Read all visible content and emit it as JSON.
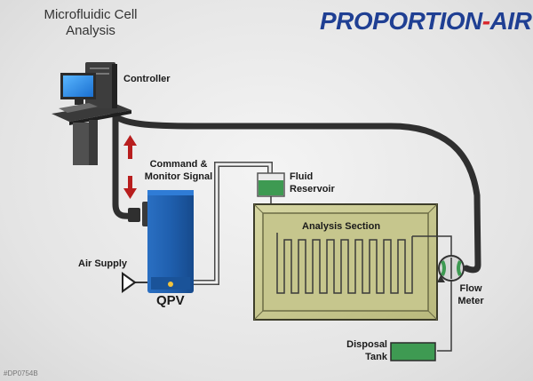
{
  "title": {
    "line1": "Microfluidic Cell",
    "line2": "Analysis"
  },
  "logo": {
    "text1": "PROPORTION",
    "dash": "-",
    "text2": "AIR"
  },
  "labels": {
    "controller": "Controller",
    "command_line1": "Command &",
    "command_line2": "Monitor Signal",
    "fluid_line1": "Fluid",
    "fluid_line2": "Reservoir",
    "analysis": "Analysis Section",
    "air_supply": "Air Supply",
    "qpv": "QPV",
    "flow_line1": "Flow",
    "flow_line2": "Meter",
    "disposal_line1": "Disposal",
    "disposal_line2": "Tank"
  },
  "footer": {
    "code": "#DP0754B"
  },
  "colors": {
    "qpv_blue": "#1f5fae",
    "analysis_olive": "#c9c992",
    "fluid_green": "#3e9a52",
    "cable": "#333333",
    "arrow_red": "#b81e1e",
    "logo_blue": "#1f3f93",
    "logo_red": "#d9262c"
  }
}
